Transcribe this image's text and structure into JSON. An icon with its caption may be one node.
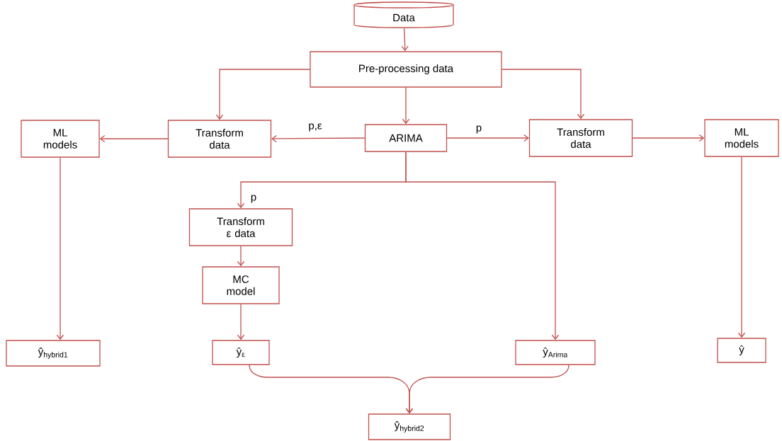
{
  "diagram": {
    "nodes": [
      {
        "text": [
          "Data"
        ]
      },
      {
        "text": [
          "Pre-processing data"
        ]
      },
      {
        "text": [
          "ML models"
        ]
      },
      {
        "text": [
          "Transform data"
        ]
      },
      {
        "text": [
          "ARIMA"
        ]
      },
      {
        "text": [
          "Transform data"
        ]
      },
      {
        "text": [
          "ML models"
        ]
      },
      {
        "text": [
          "Transform ε data"
        ]
      },
      {
        "text": [
          "MC model"
        ]
      },
      {
        "text": [
          "ŷ$_{hybrid1}$"
        ]
      },
      {
        "text": [
          "ŷ$_{ε}$"
        ]
      },
      {
        "text": [
          "ŷ$_{Arima}$"
        ]
      },
      {
        "text": [
          "ŷ"
        ]
      },
      {
        "text": [
          "ŷ$_{hybrid2}$"
        ]
      }
    ],
    "edges": [
      {
        "from": 0,
        "to": 1,
        "arrow": "to"
      },
      {
        "from": 1,
        "to": 3,
        "arrow": "to"
      },
      {
        "from": 1,
        "to": 4,
        "arrow": "to"
      },
      {
        "from": 1,
        "to": 5,
        "arrow": "to"
      },
      {
        "from": 4,
        "to": 3,
        "arrow": "to",
        "label": "p,ε"
      },
      {
        "from": 4,
        "to": 5,
        "arrow": "to",
        "label": "p"
      },
      {
        "from": 3,
        "to": 2,
        "arrow": "to"
      },
      {
        "from": 5,
        "to": 6,
        "arrow": "to"
      },
      {
        "from": 4,
        "to": 7,
        "arrow": "to",
        "label": "p"
      },
      {
        "from": 4,
        "to": 11,
        "arrow": "to"
      },
      {
        "from": 7,
        "to": 8,
        "arrow": "to"
      },
      {
        "from": 8,
        "to": 10,
        "arrow": "to"
      },
      {
        "from": 2,
        "to": 9,
        "arrow": "to"
      },
      {
        "from": 6,
        "to": 12,
        "arrow": "to"
      },
      {
        "from": 10,
        "to": 13,
        "arrow": "to"
      },
      {
        "from": 11,
        "to": 13,
        "arrow": "to"
      }
    ]
  }
}
